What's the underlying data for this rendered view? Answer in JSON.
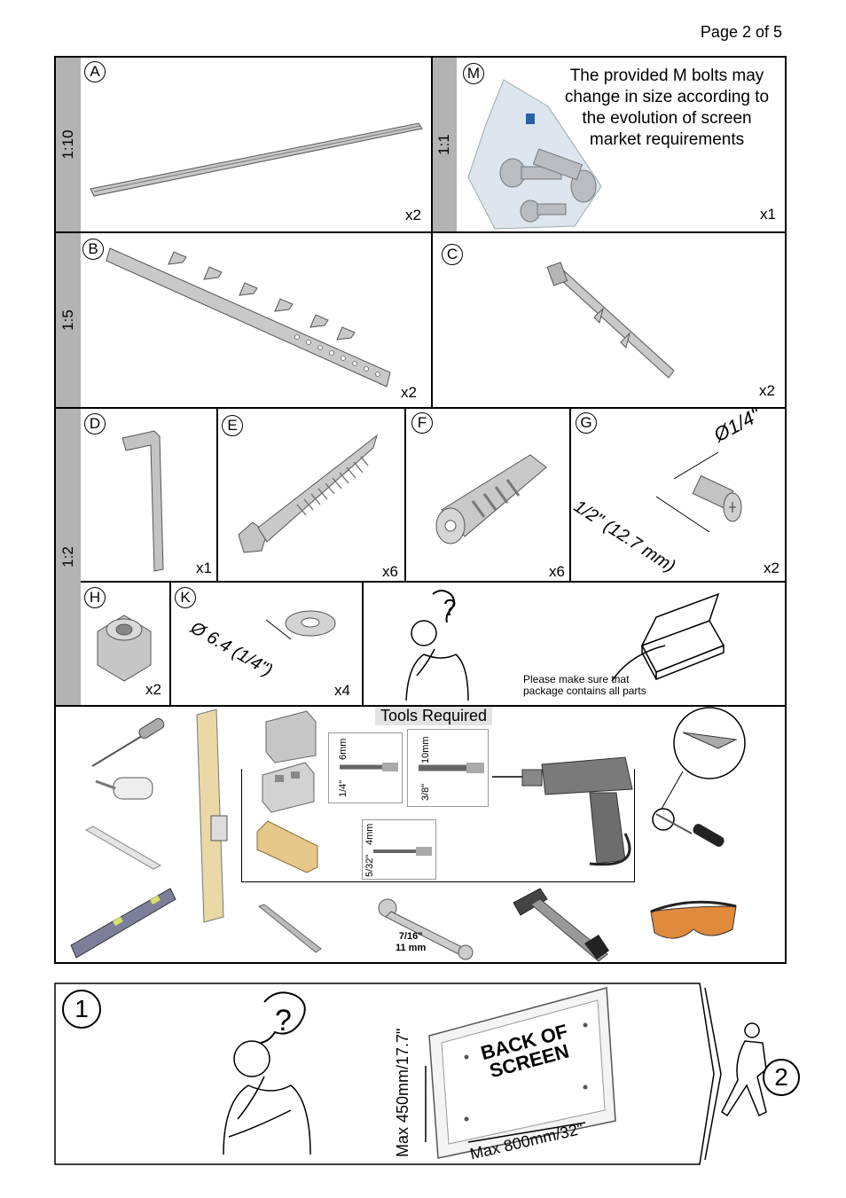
{
  "page": {
    "number_label": "Page 2 of 5"
  },
  "scales": [
    "1:10",
    "1:1",
    "1:5",
    "1:2"
  ],
  "parts": {
    "A": {
      "letter": "A",
      "qty": "x2"
    },
    "M": {
      "letter": "M",
      "qty": "x1",
      "note_lines": [
        "The provided M bolts may",
        "change in size according to",
        "the evolution of screen",
        "market requirements"
      ]
    },
    "B": {
      "letter": "B",
      "qty": "x2"
    },
    "C": {
      "letter": "C",
      "qty": "x2"
    },
    "D": {
      "letter": "D",
      "qty": "x1"
    },
    "E": {
      "letter": "E",
      "qty": "x6"
    },
    "F": {
      "letter": "F",
      "qty": "x6"
    },
    "G": {
      "letter": "G",
      "qty": "x2",
      "dim_diameter": "Ø1/4\"",
      "dim_length": "1/2\" (12.7 mm)"
    },
    "H": {
      "letter": "H",
      "qty": "x2"
    },
    "K": {
      "letter": "K",
      "qty": "x4",
      "dim": "Ø 6.4 (1/4\")"
    }
  },
  "check_note": [
    "Please make sure that",
    "package contains all parts"
  ],
  "tools": {
    "title": "Tools Required",
    "drill_bits": [
      {
        "metric": "6mm",
        "imperial": "1/4\""
      },
      {
        "metric": "10mm",
        "imperial": "3/8\""
      },
      {
        "metric": "4mm",
        "imperial": "5/32\""
      }
    ],
    "wrench_label": [
      "7/16\"",
      "11 mm"
    ]
  },
  "step1": {
    "number": "1",
    "next_step": "2",
    "screen_label": [
      "BACK OF",
      "SCREEN"
    ],
    "max_height": "Max 450mm/17.7\"",
    "max_width": "Max 800mm/32\""
  }
}
